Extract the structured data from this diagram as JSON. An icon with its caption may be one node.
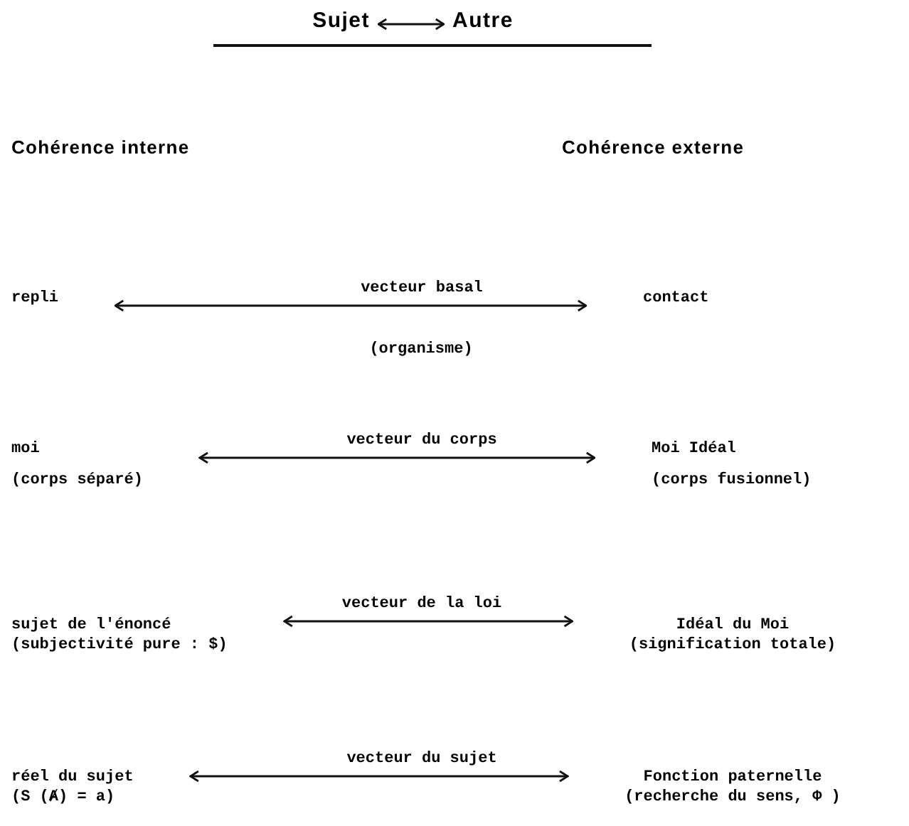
{
  "diagram": {
    "nodes": [
      {
        "text": [
          "Sujet"
        ]
      },
      {
        "text": [
          "Autre"
        ]
      },
      {
        "text": [
          "repli"
        ]
      },
      {
        "text": [
          "contact"
        ]
      },
      {
        "text": [
          "moi",
          "(corps séparé)"
        ]
      },
      {
        "text": [
          "Moi Idéal",
          "(corps fusionnel)"
        ]
      },
      {
        "text": [
          "sujet de l'énoncé",
          "(subjectivité pure : $)"
        ]
      },
      {
        "text": [
          "Idéal du Moi",
          "(signification totale)"
        ]
      },
      {
        "text": [
          "réel du sujet",
          "(S (Ⱥ) = a)"
        ]
      },
      {
        "text": [
          "Fonction paternelle",
          "(recherche du sens, Φ )"
        ]
      }
    ],
    "edges": [
      {
        "from": 0,
        "to": 1,
        "arrow": "both"
      },
      {
        "from": 2,
        "to": 3,
        "arrow": "both",
        "label": "vecteur basal"
      },
      {
        "from": 4,
        "to": 5,
        "arrow": "both",
        "label": "vecteur du corps"
      },
      {
        "from": 6,
        "to": 7,
        "arrow": "both",
        "label": "vecteur de la loi"
      },
      {
        "from": 8,
        "to": 9,
        "arrow": "both",
        "label": "vecteur du sujet"
      }
    ],
    "labels": [
      "Cohérence interne",
      "Cohérence externe",
      "(organisme)"
    ]
  }
}
